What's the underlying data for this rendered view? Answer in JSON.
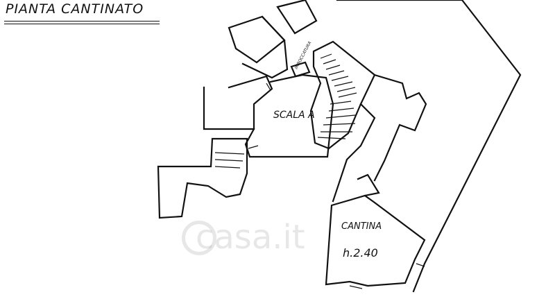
{
  "title": "PIANTA CANTINATO",
  "labels": {
    "scala": "SCALA A",
    "cantina": "CANTINA",
    "height": "h.2.40",
    "imbocco": "IMBOCCATURA"
  },
  "watermark": "casa.it",
  "colors": {
    "line": "#111111",
    "background": "#ffffff"
  }
}
